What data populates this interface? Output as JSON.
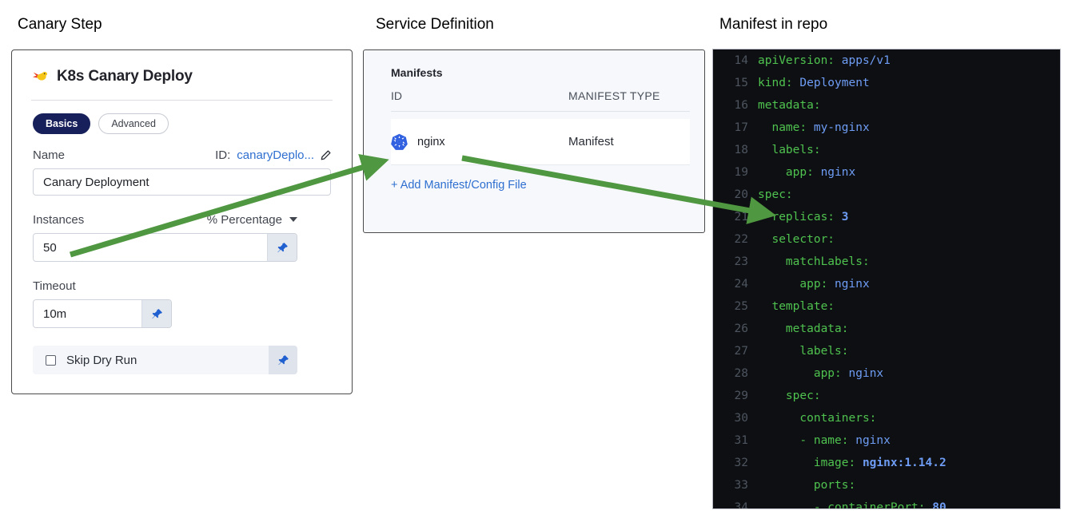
{
  "captions": {
    "canary": "Canary Step",
    "service": "Service Definition",
    "manifest": "Manifest in repo"
  },
  "canary_card": {
    "icon": "canary-bird-icon",
    "title": "K8s Canary Deploy",
    "tabs": [
      {
        "label": "Basics",
        "active": true
      },
      {
        "label": "Advanced",
        "active": false
      }
    ],
    "name_field": {
      "label": "Name",
      "id_prefix": "ID:",
      "id_value": "canaryDeplo...",
      "edit_icon": "pencil-icon",
      "value": "Canary Deployment"
    },
    "instances_field": {
      "label": "Instances",
      "unit_dropdown": "% Percentage",
      "dropdown_icon": "chevron-down-icon",
      "value": "50",
      "pin_icon": "pin-icon"
    },
    "timeout_field": {
      "label": "Timeout",
      "value": "10m",
      "pin_icon": "pin-icon"
    },
    "skip_dry_run": {
      "label": "Skip Dry Run",
      "checked": false,
      "pin_icon": "pin-icon"
    }
  },
  "service_card": {
    "section_title": "Manifests",
    "columns": [
      "ID",
      "MANIFEST TYPE"
    ],
    "rows": [
      {
        "icon": "kubernetes-icon",
        "id": "nginx",
        "manifest_type": "Manifest"
      }
    ],
    "add_link": "+ Add Manifest/Config File"
  },
  "code_panel": {
    "lines": [
      {
        "num": "14",
        "text": "apiVersion: ",
        "value": "apps/v1",
        "value_kind": "str"
      },
      {
        "num": "15",
        "text": "kind: ",
        "value": "Deployment",
        "value_kind": "str"
      },
      {
        "num": "16",
        "text": "metadata:",
        "value": "",
        "value_kind": ""
      },
      {
        "num": "17",
        "text": "  name: ",
        "value": "my-nginx",
        "value_kind": "str"
      },
      {
        "num": "18",
        "text": "  labels:",
        "value": "",
        "value_kind": ""
      },
      {
        "num": "19",
        "text": "    app: ",
        "value": "nginx",
        "value_kind": "str"
      },
      {
        "num": "20",
        "text": "spec:",
        "value": "",
        "value_kind": ""
      },
      {
        "num": "21",
        "text": "  replicas: ",
        "value": "3",
        "value_kind": "num"
      },
      {
        "num": "22",
        "text": "  selector:",
        "value": "",
        "value_kind": ""
      },
      {
        "num": "23",
        "text": "    matchLabels:",
        "value": "",
        "value_kind": ""
      },
      {
        "num": "24",
        "text": "      app: ",
        "value": "nginx",
        "value_kind": "str"
      },
      {
        "num": "25",
        "text": "  template:",
        "value": "",
        "value_kind": ""
      },
      {
        "num": "26",
        "text": "    metadata:",
        "value": "",
        "value_kind": ""
      },
      {
        "num": "27",
        "text": "      labels:",
        "value": "",
        "value_kind": ""
      },
      {
        "num": "28",
        "text": "        app: ",
        "value": "nginx",
        "value_kind": "str"
      },
      {
        "num": "29",
        "text": "    spec:",
        "value": "",
        "value_kind": ""
      },
      {
        "num": "30",
        "text": "      containers:",
        "value": "",
        "value_kind": ""
      },
      {
        "num": "31",
        "text": "      - name: ",
        "value": "nginx",
        "value_kind": "str"
      },
      {
        "num": "32",
        "text": "        image: ",
        "value": "nginx:1.14.2",
        "value_kind": "num"
      },
      {
        "num": "33",
        "text": "        ports:",
        "value": "",
        "value_kind": ""
      },
      {
        "num": "34",
        "text": "        - containerPort: ",
        "value": "80",
        "value_kind": "num"
      }
    ]
  },
  "annotations": {
    "arrow_color": "#4f9740",
    "arrows": [
      {
        "name": "instances-to-nginx",
        "from": "instances-value-input",
        "to": "manifest-row-nginx"
      },
      {
        "name": "nginx-to-replicas",
        "from": "manifest-row-nginx",
        "to": "code-line-21-replicas"
      }
    ]
  },
  "colors": {
    "accent_blue": "#2f6fd0",
    "tab_active_bg": "#17205a",
    "code_bg": "#0d0f12",
    "code_key": "#4fc24f",
    "code_value": "#6f9df5",
    "arrow_green": "#4f9740"
  }
}
